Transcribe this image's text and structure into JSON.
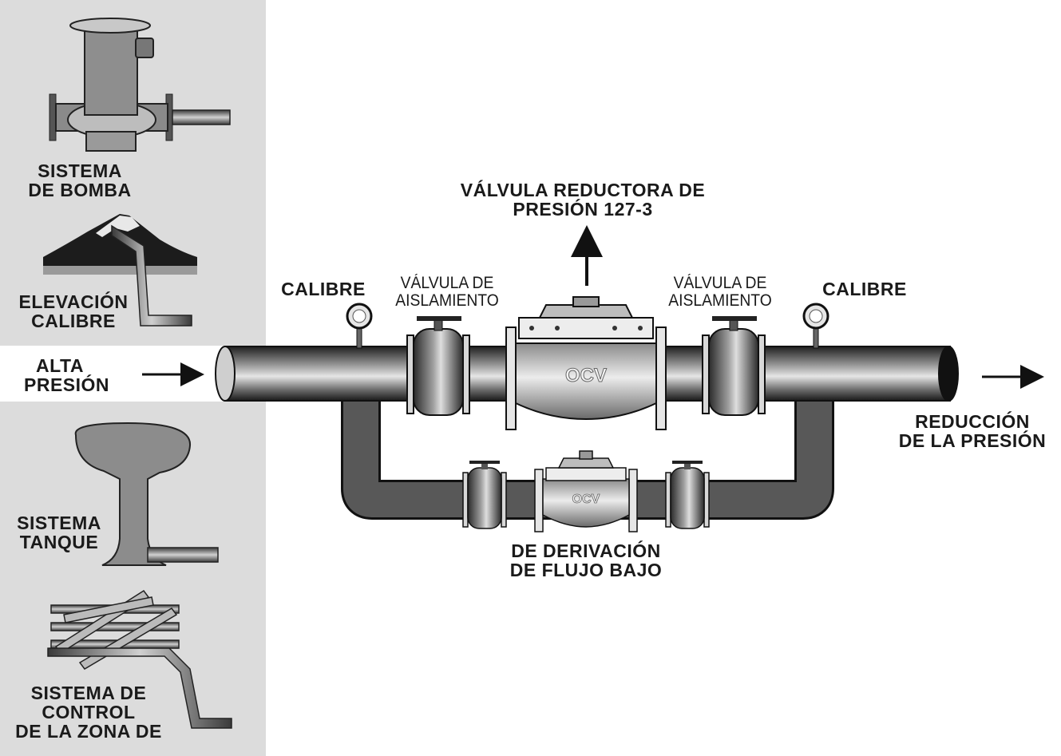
{
  "sidebar": {
    "pump_system": [
      "SISTEMA",
      "DE BOMBA"
    ],
    "elevation": [
      "ELEVACIÓN",
      "CALIBRE"
    ],
    "tank_system": [
      "SISTEMA",
      "TANQUE"
    ],
    "zone_control": [
      "SISTEMA DE",
      "CONTROL",
      "DE LA ZONA DE"
    ]
  },
  "inlet": [
    "ALTA",
    "PRESIÓN"
  ],
  "outlet": [
    "REDUCCIÓN",
    "DE LA PRESIÓN"
  ],
  "main_valve": [
    "VÁLVULA REDUCTORA DE",
    "PRESIÓN 127-3"
  ],
  "bypass": [
    "DE DERIVACIÓN",
    "DE FLUJO BAJO"
  ],
  "gauge_left": "CALIBRE",
  "gauge_right": "CALIBRE",
  "isolation_left": [
    "VÁLVULA DE",
    "AISLAMIENTO"
  ],
  "isolation_right": [
    "VÁLVULA DE",
    "AISLAMIENTO"
  ],
  "valve_badge": "OCV",
  "colors": {
    "panel": "#dcdcdc",
    "pipe_dark": "#333333",
    "bypass": "#555555",
    "metal": "#b8b8b8",
    "accent_bg": "#ffffff"
  }
}
